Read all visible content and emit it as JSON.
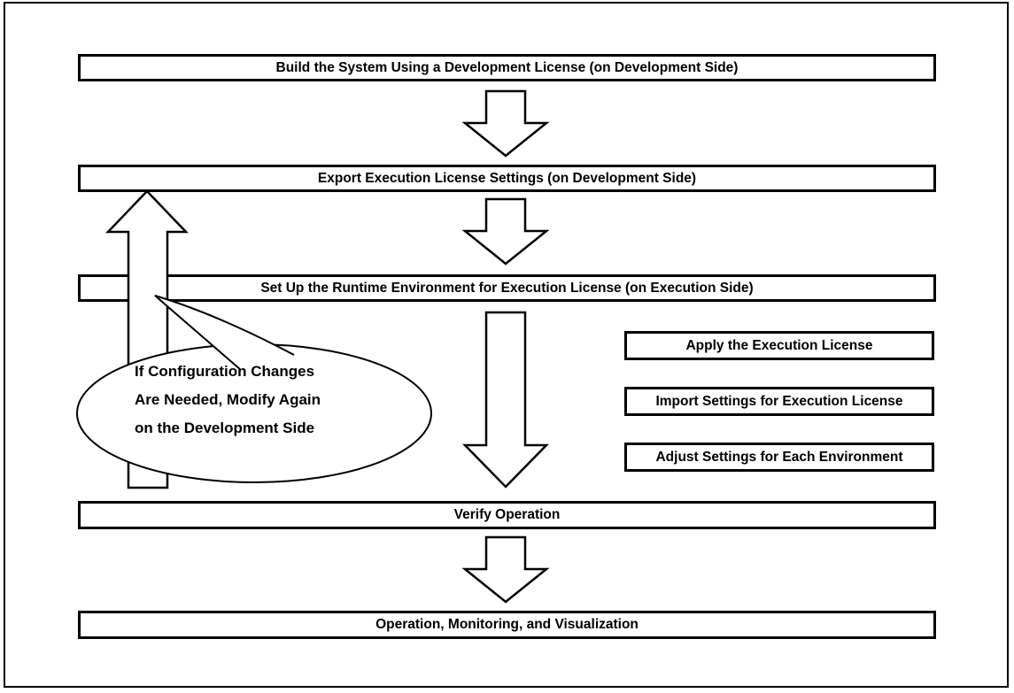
{
  "diagram": {
    "title": "execution-license-deployment-flow",
    "colors": {
      "line": "#000000",
      "background": "#ffffff"
    },
    "main_flow": [
      {
        "label": "Build the System Using a Development License (on Development Side)"
      },
      {
        "label": "Export Execution License Settings (on Development Side)"
      },
      {
        "label": "Set Up the Runtime Environment for Execution License (on Execution Side)"
      },
      {
        "label": "Verify Operation"
      },
      {
        "label": "Operation, Monitoring, and Visualization"
      }
    ],
    "side_steps": [
      {
        "label": "Apply the Execution License"
      },
      {
        "label": "Import Settings for Execution License"
      },
      {
        "label": "Adjust Settings for Each Environment"
      }
    ],
    "callout": {
      "line1": "If Configuration Changes",
      "line2": "Are Needed, Modify Again",
      "line3": "on the Development Side"
    },
    "arrows": [
      {
        "name": "down-arrow-1",
        "direction": "down"
      },
      {
        "name": "down-arrow-2",
        "direction": "down"
      },
      {
        "name": "down-arrow-3-long",
        "direction": "down"
      },
      {
        "name": "down-arrow-4",
        "direction": "down"
      },
      {
        "name": "up-arrow-loop",
        "direction": "up"
      }
    ]
  }
}
